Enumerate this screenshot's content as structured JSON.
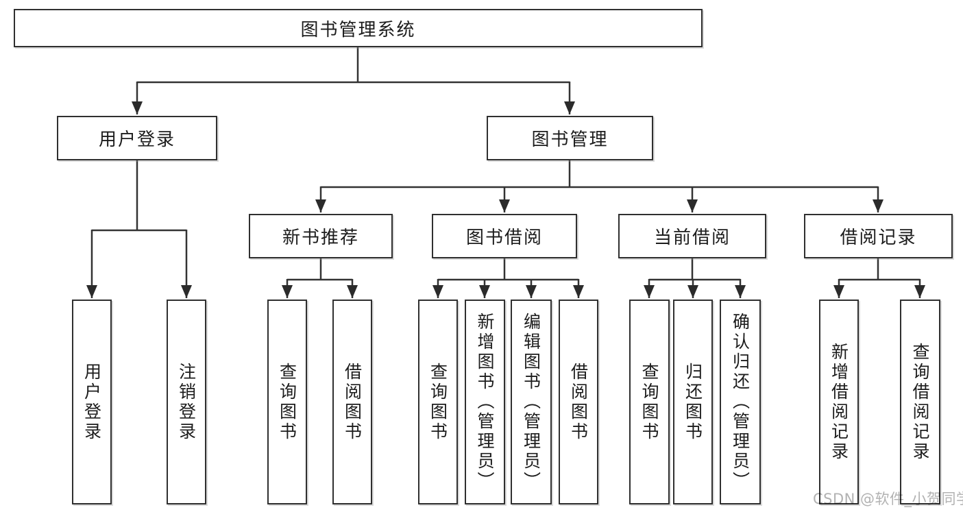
{
  "diagram": {
    "root": {
      "label": "图书管理系统"
    },
    "level1": {
      "user_login": {
        "label": "用户登录"
      },
      "book_mgmt": {
        "label": "图书管理"
      }
    },
    "level2": {
      "new_book_rec": {
        "label": "新书推荐"
      },
      "book_borrowing": {
        "label": "图书借阅"
      },
      "current_borrowing": {
        "label": "当前借阅"
      },
      "borrowing_records": {
        "label": "借阅记录"
      }
    },
    "leaves": {
      "user_login_leaf": "用户登录",
      "logout": "注销登录",
      "query_books_nb": "查询图书",
      "borrow_books_nb": "借阅图书",
      "query_books_bb": "查询图书",
      "add_books_admin": "新增图书（管理员）",
      "edit_books_admin": "编辑图书（管理员）",
      "borrow_books_bb": "借阅图书",
      "query_books_cb": "查询图书",
      "return_books": "归还图书",
      "confirm_return_admin": "确认归还（管理员）",
      "add_borrow_record": "新增借阅记录",
      "query_borrow_record": "查询借阅记录"
    }
  },
  "watermark": "CSDN @软件_小贺同学",
  "colors": {
    "line": "#333333",
    "box_border": "#2f2f2f",
    "text": "#1c1c1c",
    "watermark": "#b2b2b2",
    "background": "#ffffff"
  }
}
